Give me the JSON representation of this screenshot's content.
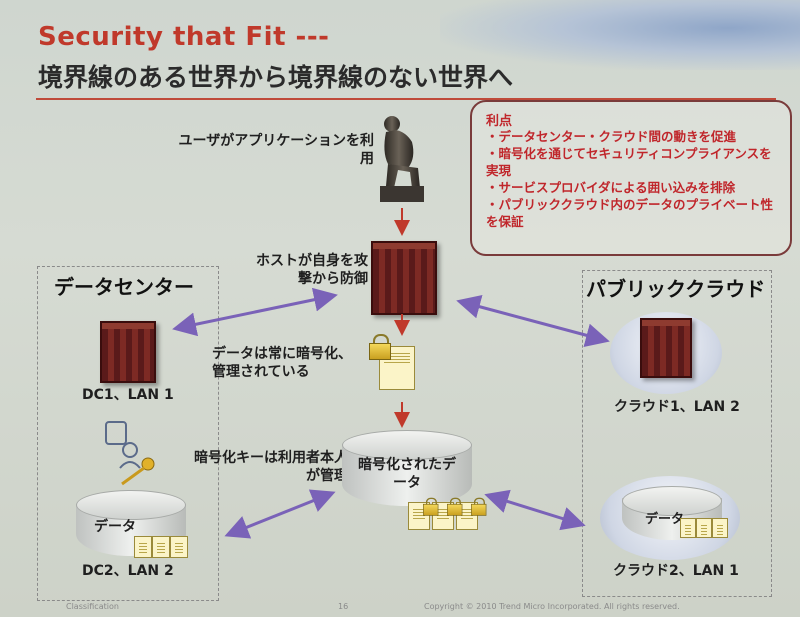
{
  "title": {
    "line1": "Security that Fit ---",
    "line2": "境界線のある世界から境界線のない世界へ"
  },
  "benefits": {
    "heading": "利点",
    "items": [
      "・データセンター・クラウド間の動きを促進",
      "・暗号化を通じてセキュリティコンプライアンスを実現",
      "・サービスプロバイダによる囲い込みを排除",
      "・パブリッククラウド内のデータのプライベート性を保証"
    ]
  },
  "labels": {
    "user": "ユーザがアプリケーションを利用",
    "host": "ホストが自身を攻撃から防御",
    "encrypted_always": "データは常に暗号化、管理されている",
    "key_managed": "暗号化キーは利用者本人が管理",
    "encrypted_data": "暗号化されたデータ",
    "data": "データ",
    "data_cloud": "データ"
  },
  "sections": {
    "datacenter": "データセンター",
    "public_cloud": "パブリッククラウド"
  },
  "nodes": {
    "dc1": "DC1、LAN 1",
    "dc2": "DC2、LAN 2",
    "cloud1": "クラウド1、LAN 2",
    "cloud2": "クラウド2、LAN 1"
  },
  "footer": {
    "classification": "Classification",
    "page": "16",
    "copyright": "Copyright © 2010 Trend Micro Incorporated. All rights reserved."
  },
  "colors": {
    "title_red": "#c0392b",
    "benefit_red": "#c0262b",
    "arrow_purple": "#7a62b8",
    "arrow_red": "#c0392b"
  }
}
